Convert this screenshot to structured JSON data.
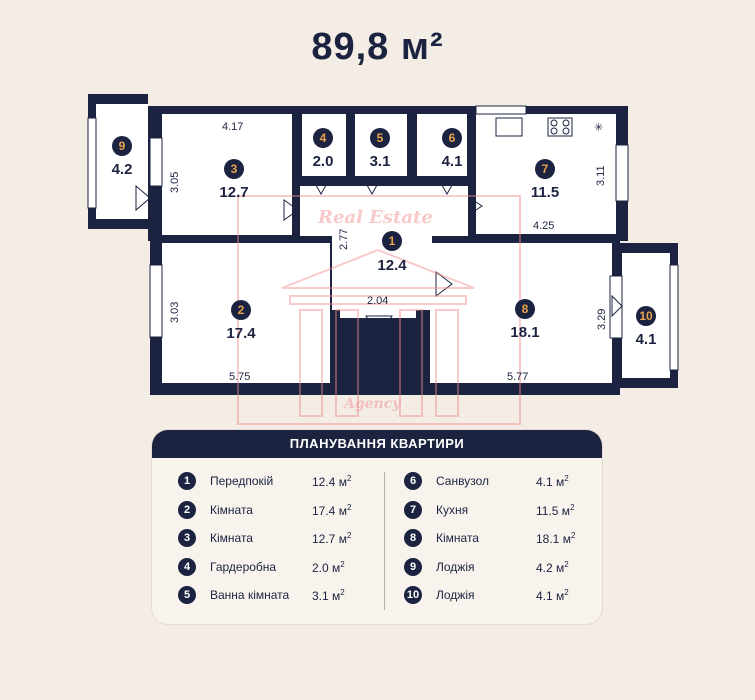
{
  "total_area": "89,8 м²",
  "rooms": [
    {
      "no": "1",
      "area": "12.4"
    },
    {
      "no": "2",
      "area": "17.4"
    },
    {
      "no": "3",
      "area": "12.7"
    },
    {
      "no": "4",
      "area": "2.0"
    },
    {
      "no": "5",
      "area": "3.1"
    },
    {
      "no": "6",
      "area": "4.1"
    },
    {
      "no": "7",
      "area": "11.5"
    },
    {
      "no": "8",
      "area": "18.1"
    },
    {
      "no": "9",
      "area": "4.2"
    },
    {
      "no": "10",
      "area": "4.1"
    }
  ],
  "dimensions": {
    "room3_width": "4.17",
    "room3_height": "3.05",
    "room7_height": "3.11",
    "room7_width": "4.25",
    "hall_height": "2.77",
    "hall_width": "2.04",
    "room2_height": "3.03",
    "room2_width": "5.75",
    "room8_height": "3.29",
    "room8_width": "5.77"
  },
  "watermark": {
    "line1": "Real Estate",
    "line2": "Agency"
  },
  "legend": {
    "title": "ПЛАНУВАННЯ КВАРТИРИ",
    "unit": "м",
    "unit_sup": "2",
    "left": [
      {
        "no": "1",
        "name": "Передпокій",
        "value": "12.4"
      },
      {
        "no": "2",
        "name": "Кімната",
        "value": "17.4"
      },
      {
        "no": "3",
        "name": "Кімната",
        "value": "12.7"
      },
      {
        "no": "4",
        "name": "Гардеробна",
        "value": "2.0"
      },
      {
        "no": "5",
        "name": "Ванна кімната",
        "value": "3.1"
      }
    ],
    "right": [
      {
        "no": "6",
        "name": "Санвузол",
        "value": "4.1"
      },
      {
        "no": "7",
        "name": "Кухня",
        "value": "11.5"
      },
      {
        "no": "8",
        "name": "Кімната",
        "value": "18.1"
      },
      {
        "no": "9",
        "name": "Лоджія",
        "value": "4.2"
      },
      {
        "no": "10",
        "name": "Лоджія",
        "value": "4.1"
      }
    ]
  },
  "colors": {
    "wall": "#1b2340",
    "badge_text": "#e7a24e",
    "background": "#f3ede6",
    "watermark": "#f08a8a"
  }
}
